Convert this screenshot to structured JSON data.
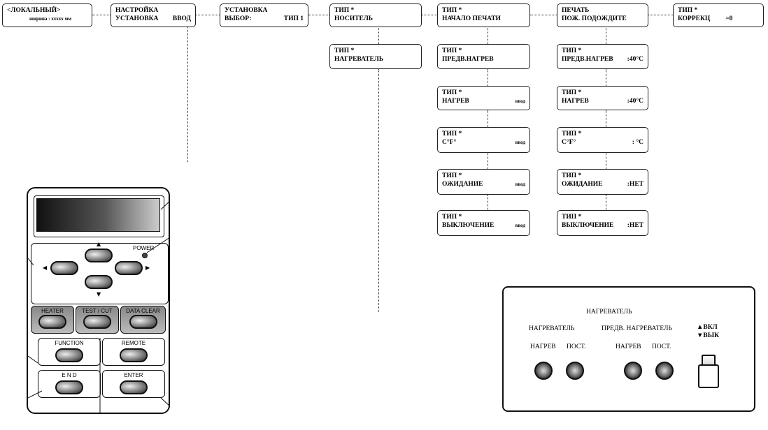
{
  "menu_boxes": {
    "local": {
      "line1": "<ЛОКАЛЬНЫЙ>",
      "line2": "ширина : xxxxx мм"
    },
    "setup": {
      "line1": "НАСТРОЙКА",
      "line2a": "УСТАНОВКА",
      "line2b": "ВВОД"
    },
    "install": {
      "line1": "УСТАНОВКА",
      "line2a": "ВЫБОР:",
      "line2b": "ТИП 1"
    },
    "media": {
      "line1": "ТИП *",
      "line2": "НОСИТЕЛЬ"
    },
    "start_print": {
      "line1": "ТИП *",
      "line2": "НАЧАЛО ПЕЧАТИ"
    },
    "please_wait": {
      "line1": "ПЕЧАТЬ",
      "line2": "ПОЖ. ПОДОЖДИТЕ"
    },
    "correction": {
      "line1": "ТИП *",
      "line2a": "КОРРЕКЦ",
      "line2b": "=0"
    },
    "heater": {
      "line1": "ТИП *",
      "line2": "НАГРЕВАТЕЛЬ"
    },
    "col_a": [
      {
        "line1": "ТИП *",
        "line2a": "ПРЕДВ.НАГРЕВ",
        "line2b": ""
      },
      {
        "line1": "ТИП *",
        "line2a": "НАГРЕВ",
        "line2b": "ввод"
      },
      {
        "line1": "ТИП *",
        "line2a": "С°F°",
        "line2b": "ввод"
      },
      {
        "line1": "ТИП *",
        "line2a": "ОЖИДАНИЕ",
        "line2b": "ввод"
      },
      {
        "line1": "ТИП *",
        "line2a": "ВЫКЛЮЧЕНИЕ",
        "line2b": "ввод"
      }
    ],
    "col_b": [
      {
        "line1": "ТИП *",
        "line2a": "ПРЕДВ.НАГРЕВ",
        "line2b": ":40°С"
      },
      {
        "line1": "ТИП *",
        "line2a": "НАГРЕВ",
        "line2b": ":40°С"
      },
      {
        "line1": "ТИП *",
        "line2a": "С°F°",
        "line2b": ": °С"
      },
      {
        "line1": "ТИП *",
        "line2a": "ОЖИДАНИЕ",
        "line2b": ":НЕТ"
      },
      {
        "line1": "ТИП *",
        "line2a": "ВЫКЛЮЧЕНИЕ",
        "line2b": ":НЕТ"
      }
    ]
  },
  "remote": {
    "power_label": "POWER",
    "keys": {
      "heater": "HEATER",
      "test_cut": "TEST / CUT",
      "data_clear": "DATA CLEAR",
      "function": "FUNCTION",
      "remote": "REMOTE",
      "end": "E N D",
      "enter": "ENTER"
    },
    "arrows": {
      "up": "▲",
      "down": "▼",
      "left": "◀",
      "right": "▶"
    }
  },
  "heater_panel": {
    "title": "НАГРЕВАТЕЛЬ",
    "group1_label": "НАГРЕВАТЕЛЬ",
    "group2_label": "ПРЕДВ. НАГРЕВАТЕЛЬ",
    "g1_heat": "НАГРЕВ",
    "g1_const": "ПОСТ.",
    "g2_heat": "НАГРЕВ",
    "g2_const": "ПОСТ.",
    "switch_on": "▲ВКЛ",
    "switch_off": "▼ВЫК"
  },
  "colors": {
    "ink": "#000000",
    "background": "#ffffff"
  }
}
